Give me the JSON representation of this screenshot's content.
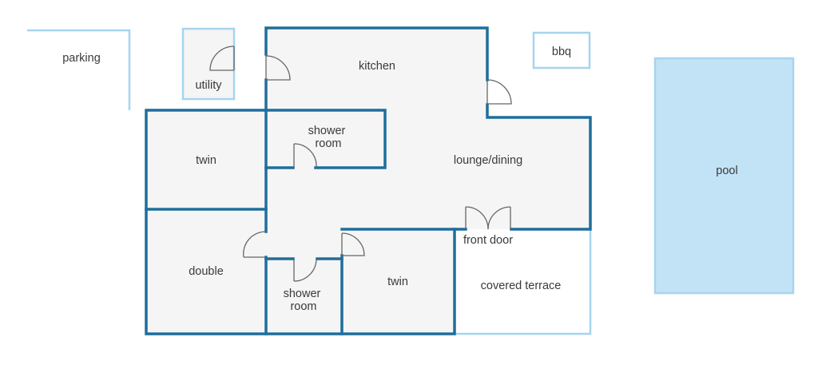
{
  "colors": {
    "wall": "#1f6e9c",
    "light_wall": "#a6d4ee",
    "floor": "#f5f5f5",
    "pool_fill": "#c2e3f6",
    "pool_border": "#a6d4ee",
    "door_stroke": "#666666",
    "text": "#3a3a3a"
  },
  "labels": {
    "parking": "parking",
    "utility": "utility",
    "kitchen": "kitchen",
    "bbq": "bbq",
    "shower_room_top": [
      "shower",
      "room"
    ],
    "twin_left": "twin",
    "lounge_dining": "lounge/dining",
    "pool": "pool",
    "front_door": "front door",
    "double": "double",
    "shower_room_bottom": [
      "shower",
      "room"
    ],
    "twin_bottom": "twin",
    "covered_terrace": "covered terrace"
  }
}
